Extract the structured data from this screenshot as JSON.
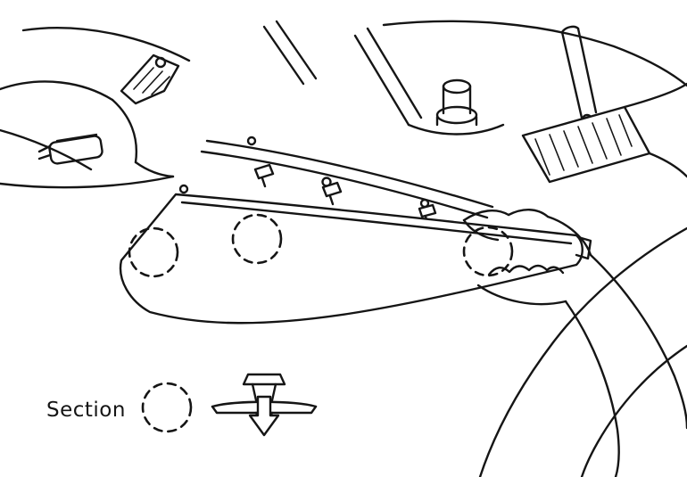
{
  "figure": {
    "legend": {
      "label": "Section"
    },
    "icons": {
      "section_marker": "dashed-circle",
      "fastener": "push-clip",
      "direction": "down-arrow"
    },
    "markers": {
      "section_circle_count": 3
    },
    "colors": {
      "line": "#151515",
      "background": "#ffffff"
    }
  }
}
